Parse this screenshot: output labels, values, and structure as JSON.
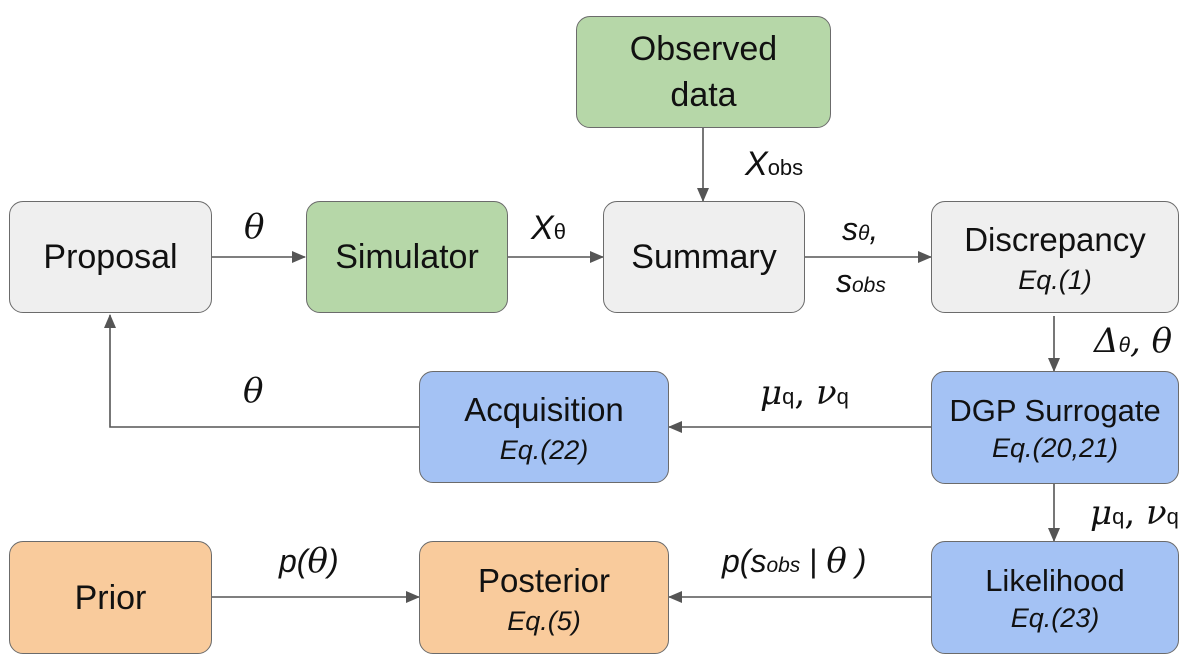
{
  "nodes": {
    "observed": {
      "line1": "Observed",
      "line2": "data"
    },
    "proposal": {
      "label": "Proposal"
    },
    "simulator": {
      "label": "Simulator"
    },
    "summary": {
      "label": "Summary"
    },
    "discrepancy": {
      "label": "Discrepancy",
      "eq": "Eq.(1)"
    },
    "dgp": {
      "label": "DGP Surrogate",
      "eq": "Eq.(20,21)"
    },
    "acquisition": {
      "label": "Acquisition",
      "eq": "Eq.(22)"
    },
    "prior": {
      "label": "Prior"
    },
    "posterior": {
      "label": "Posterior",
      "eq": "Eq.(5)"
    },
    "likelihood": {
      "label": "Likelihood",
      "eq": "Eq.(23)"
    }
  },
  "edge_labels": {
    "x_obs": {
      "sym": "X",
      "sub": "obs"
    },
    "theta_to_sim": "θ",
    "x_theta": {
      "sym": "X",
      "sub": "θ"
    },
    "s_theta": {
      "sym": "s",
      "sub": "θ",
      "comma": ","
    },
    "s_obs": {
      "sym": "s",
      "sub": "obs"
    },
    "delta": {
      "sym": "Δ",
      "sub": "θ",
      "rest": ", θ"
    },
    "mu_nu_acq": {
      "mu": "μ",
      "mu_sub": "q",
      "sep": ", ",
      "nu": "ν",
      "nu_sub": "q"
    },
    "theta_back": "θ",
    "mu_nu_lik": {
      "mu": "μ",
      "mu_sub": "q",
      "sep": ", ",
      "nu": "ν",
      "nu_sub": "q"
    },
    "p_theta": {
      "open": "p(",
      "theta": "θ",
      "close": ")"
    },
    "p_s_obs": {
      "open": "p(",
      "s": "s",
      "sub": "obs",
      "bar": " | ",
      "theta": "θ",
      "close": " )"
    }
  },
  "colors": {
    "gray": "#efefef",
    "green": "#b6d7a8",
    "blue": "#a4c2f4",
    "orange": "#f9cb9c",
    "border": "#6b6b6b",
    "arrow": "#555555"
  }
}
